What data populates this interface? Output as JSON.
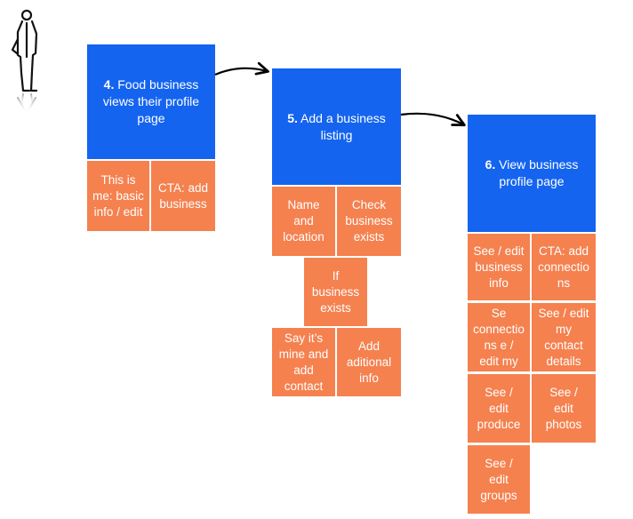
{
  "diagram": {
    "steps": [
      {
        "number": "4.",
        "title": "Food business\nviews their profile\npage",
        "cards": [
          "This is\nme: basic\ninfo / edit",
          "CTA: add\nbusiness"
        ]
      },
      {
        "number": "5.",
        "title": "Add a business\nlisting",
        "cards": [
          "Name\nand\nlocation",
          "Check\nbusiness\nexists",
          "If\nbusiness\nexists",
          "Say it’s\nmine and\nadd\ncontact",
          "Add\naditional\ninfo"
        ]
      },
      {
        "number": "6.",
        "title": "View business\nprofile page",
        "cards": [
          "See / edit\nbusiness\ninfo",
          "CTA: add\nconnectio\nns",
          "Se\nconnectio\nns e /\nedit my",
          "See / edit\nmy\ncontact\ndetails",
          "See  /\nedit\nproduce",
          "See  /\nedit\nphotos",
          "See  /\nedit\ngroups"
        ]
      }
    ]
  },
  "colors": {
    "step_box": "#1464f0",
    "card": "#f5814f",
    "text": "#ffffff",
    "arrow": "#000000"
  },
  "icons": {
    "persona": "stick-figure-person-icon"
  }
}
